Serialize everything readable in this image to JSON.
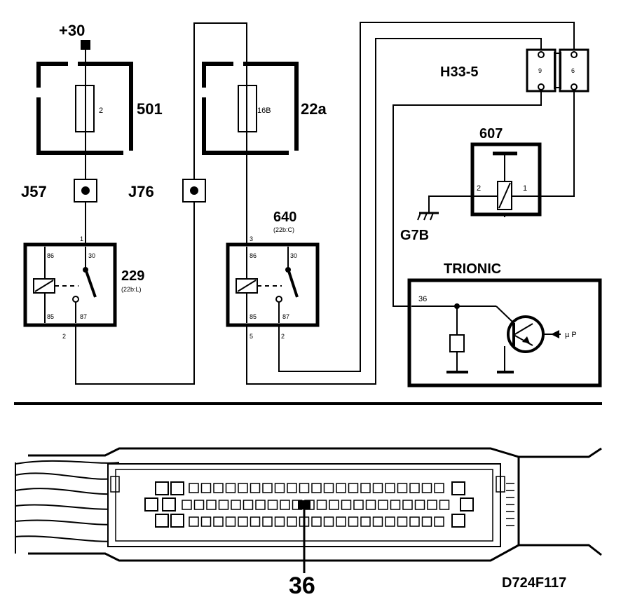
{
  "supply": {
    "label": "+30"
  },
  "fuses": [
    {
      "id": "501",
      "rating": "2"
    },
    {
      "id": "22a",
      "rating": "16B"
    }
  ],
  "connectors": [
    {
      "id": "J57"
    },
    {
      "id": "J76"
    },
    {
      "id": "H33-5",
      "pins": [
        "9",
        "6"
      ]
    }
  ],
  "relays": [
    {
      "id": "229",
      "sub": "(22b:L)",
      "pins": [
        "86",
        "30",
        "85",
        "87"
      ],
      "wire_in": "1",
      "wire_out": "2"
    },
    {
      "id": "640",
      "sub": "(22b:C)",
      "pins": [
        "86",
        "30",
        "85",
        "87"
      ],
      "wire_in": "3",
      "wire_out_left": "5",
      "wire_out_right": "2"
    }
  ],
  "component_607": {
    "id": "607",
    "pins": [
      "2",
      "1"
    ]
  },
  "ground": {
    "id": "G7B"
  },
  "control_unit": {
    "name": "TRIONIC",
    "pin": "36",
    "mp_label": "µ P"
  },
  "connector_view": {
    "pin_callout": "36"
  },
  "drawing_code": "D724F117"
}
